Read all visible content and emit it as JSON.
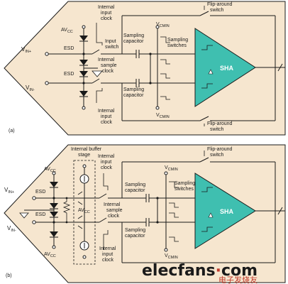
{
  "panel_a": {
    "tag": "(a)",
    "labels": {
      "internal_input_clock_top": [
        "Internal",
        "input",
        "clock"
      ],
      "flip_top": [
        "Flip-around",
        "switch"
      ],
      "vcmin_top": "V",
      "vcmin_top_sub": "CMIN",
      "sampling_cap_top": [
        "Sampling",
        "capacitor"
      ],
      "sampling_switches": [
        "Sampling",
        "switches"
      ],
      "input_switch": [
        "Input",
        "switch"
      ],
      "internal_sample_clock": [
        "Internal",
        "sample",
        "clock"
      ],
      "avcc": "AV",
      "avcc_sub": "CC",
      "esd_top": "ESD",
      "esd_bottom": "ESD",
      "vin_plus": "V",
      "vin_plus_sub": "IN+",
      "vin_minus": "V",
      "vin_minus_sub": "IN-",
      "sampling_cap_bottom": [
        "Sampling",
        "capacitor"
      ],
      "vcmin_bottom": "V",
      "vcmin_bottom_sub": "CMIN",
      "internal_input_clock_bottom": [
        "Internal",
        "input",
        "clock"
      ],
      "flip_bottom": [
        "Flip-around",
        "switch"
      ],
      "sha": "SHA"
    }
  },
  "panel_b": {
    "tag": "(b)",
    "labels": {
      "buffer_stage": [
        "Internal buffer",
        "stage"
      ],
      "internal_input_clock_top": [
        "Internal",
        "input",
        "clock"
      ],
      "flip_top": [
        "Flip-around",
        "switch"
      ],
      "vcmin_top": "V",
      "vcmin_top_sub": "CMIN",
      "sampling_cap_top": [
        "Sampling",
        "capacitor"
      ],
      "sampling_switches": [
        "Sampling",
        "switches"
      ],
      "internal_sample_clock": [
        "Internal",
        "sample",
        "clock"
      ],
      "avcc_top": "AV",
      "avcc_top_sub": "CC",
      "avcc_mid": "AV",
      "avcc_mid_sub": "CC",
      "avcc_bottom": "AV",
      "avcc_bottom_sub": "CC",
      "esd_top": "ESD",
      "esd_bottom": "ESD",
      "vin_plus": "V",
      "vin_plus_sub": "IN+",
      "vin_minus": "V",
      "vin_minus_sub": "IN-",
      "sampling_cap_bottom": [
        "Sampling",
        "capacitor"
      ],
      "vcmin_bottom": "V",
      "vcmin_bottom_sub": "CMIN",
      "internal_input_clock_bottom": [
        "Internal",
        "input",
        "clock"
      ],
      "sha": "SHA"
    }
  },
  "watermark": {
    "main": "elecfans",
    "dot": "·",
    "suffix": "com",
    "sub": "电子发烧友"
  }
}
